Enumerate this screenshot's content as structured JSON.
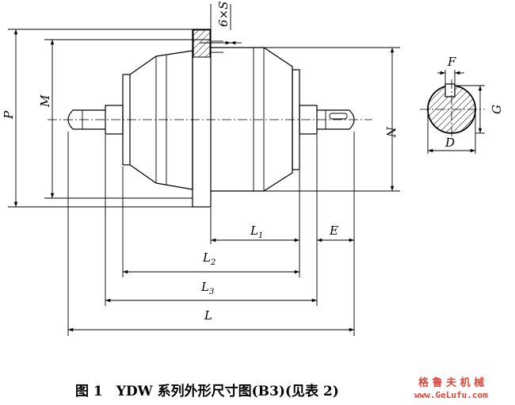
{
  "dimensions": {
    "six_s": "6×S",
    "F": "F",
    "P": "P",
    "M": "M",
    "N": "N",
    "G": "G",
    "D": "D",
    "L1": "L",
    "L1_sub": "1",
    "L2": "L",
    "L2_sub": "2",
    "L3": "L",
    "L3_sub": "3",
    "E": "E",
    "L": "L"
  },
  "caption": "图 1　YDW 系列外形尺寸图(B3)(见表 2)",
  "watermark": {
    "brand": "格 鲁 夫 机 械",
    "url": "www.GeLufu.com"
  }
}
